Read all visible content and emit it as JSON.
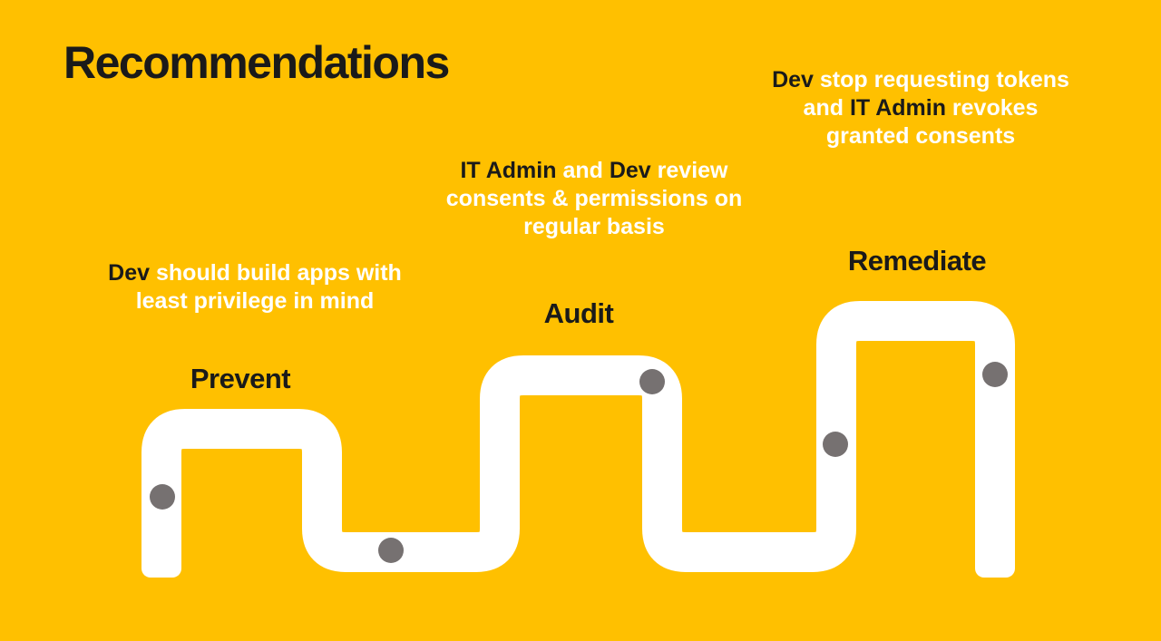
{
  "slide": {
    "title": "Recommendations"
  },
  "stages": [
    {
      "label": "Prevent",
      "note_lines": [
        [
          {
            "t": "Dev",
            "em": true
          },
          {
            "t": " should build apps with",
            "em": false
          }
        ],
        [
          {
            "t": "least privilege in mind",
            "em": false
          }
        ]
      ]
    },
    {
      "label": "Audit",
      "note_lines": [
        [
          {
            "t": "IT Admin",
            "em": true
          },
          {
            "t": " and ",
            "em": false
          },
          {
            "t": "Dev",
            "em": true
          },
          {
            "t": " review",
            "em": false
          }
        ],
        [
          {
            "t": "consents & permissions on",
            "em": false
          }
        ],
        [
          {
            "t": "regular basis",
            "em": false
          }
        ]
      ]
    },
    {
      "label": "Remediate",
      "note_lines": [
        [
          {
            "t": "Dev",
            "em": true
          },
          {
            "t": " stop requesting tokens",
            "em": false
          }
        ],
        [
          {
            "t": "and ",
            "em": false
          },
          {
            "t": "IT Admin",
            "em": true
          },
          {
            "t": " revokes",
            "em": false
          }
        ],
        [
          {
            "t": "granted consents",
            "em": false
          }
        ]
      ]
    }
  ],
  "road": {
    "milestone_dot_count": 5
  },
  "colors": {
    "background": "#FFC000",
    "road": "#FFFFFF",
    "dot": "#767171",
    "ink": "#1A1A1A",
    "note": "#FFFFFF"
  }
}
